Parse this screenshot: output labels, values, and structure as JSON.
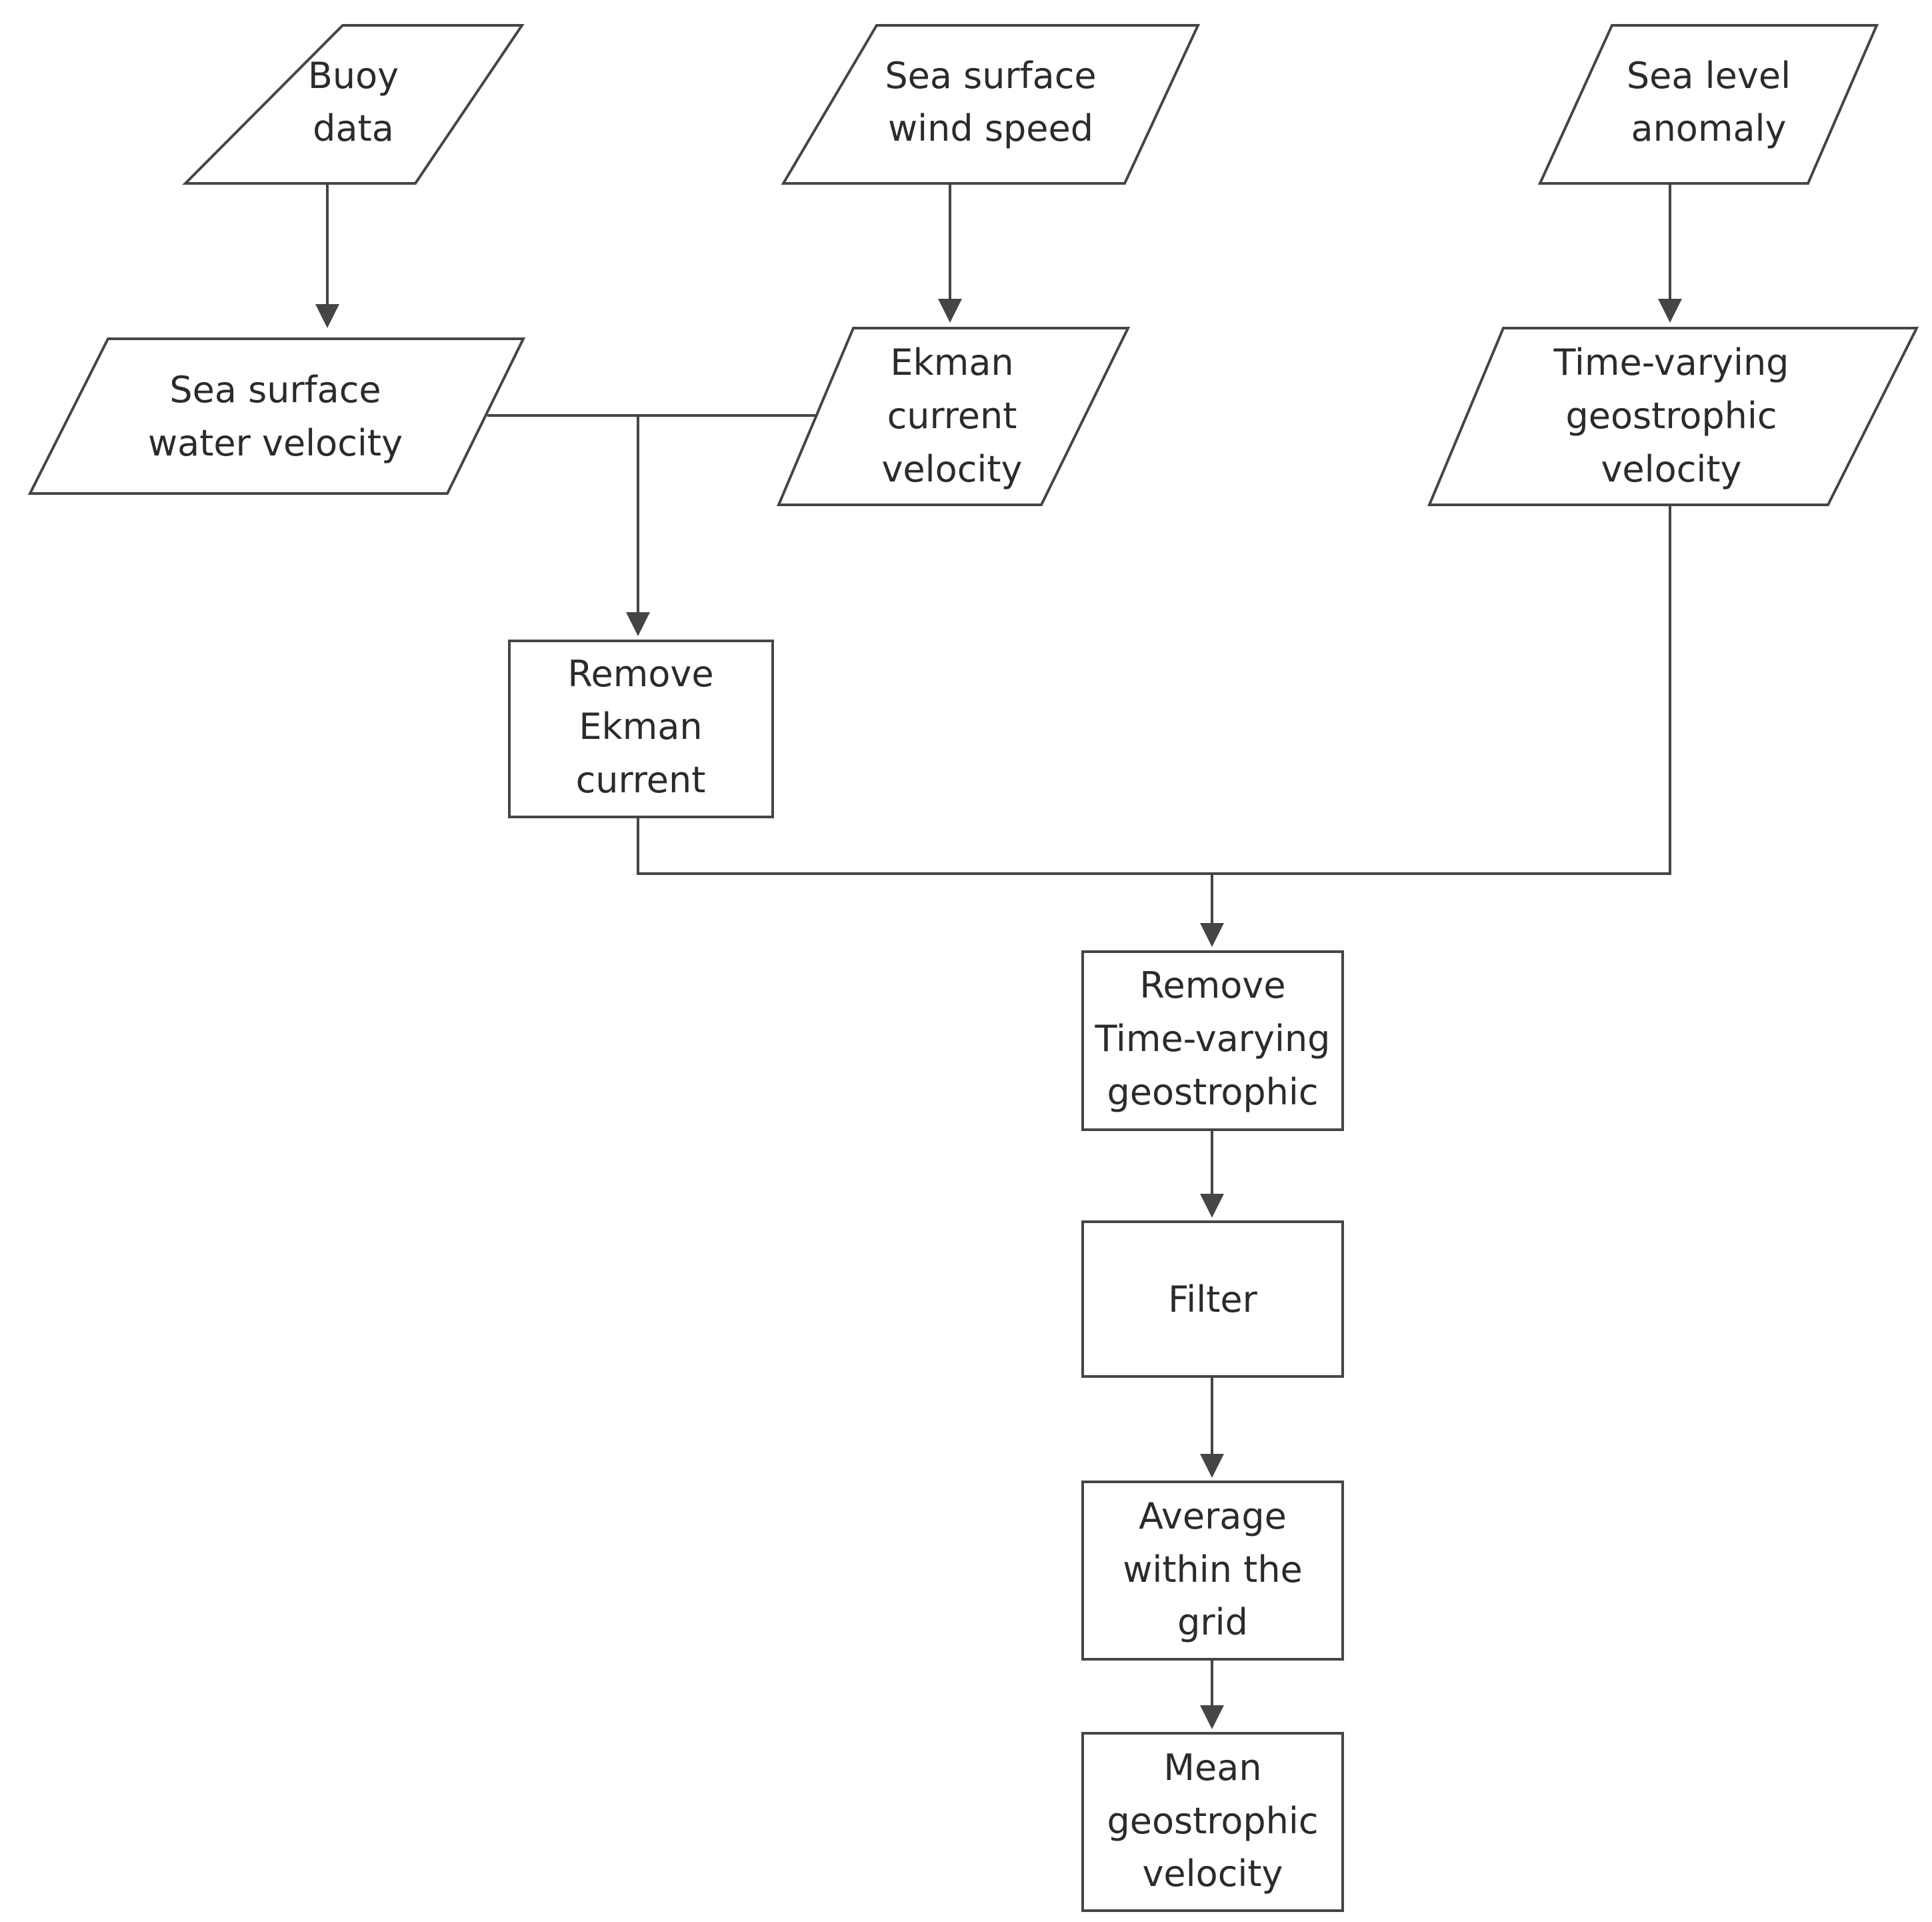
{
  "nodes": {
    "buoy_data": {
      "lines": [
        "Buoy",
        "data"
      ],
      "shape": "parallelogram"
    },
    "sea_surface_wind_speed": {
      "lines": [
        "Sea surface",
        "wind speed"
      ],
      "shape": "parallelogram"
    },
    "sea_level_anomaly": {
      "lines": [
        "Sea level",
        "anomaly"
      ],
      "shape": "parallelogram"
    },
    "sea_surface_water_velocity": {
      "lines": [
        "Sea surface",
        "water velocity"
      ],
      "shape": "parallelogram"
    },
    "ekman_current_velocity": {
      "lines": [
        "Ekman",
        "current",
        "velocity"
      ],
      "shape": "parallelogram"
    },
    "time_varying_geostrophic_velocity": {
      "lines": [
        "Time-varying",
        "geostrophic",
        "velocity"
      ],
      "shape": "parallelogram"
    },
    "remove_ekman_current": {
      "lines": [
        "Remove",
        "Ekman",
        "current"
      ],
      "shape": "rectangle"
    },
    "remove_time_varying_geostrophic": {
      "lines": [
        "Remove",
        "Time-varying",
        "geostrophic"
      ],
      "shape": "rectangle"
    },
    "filter": {
      "lines": [
        "Filter"
      ],
      "shape": "rectangle"
    },
    "average_within_grid": {
      "lines": [
        "Average",
        "within the",
        "grid"
      ],
      "shape": "rectangle"
    },
    "mean_geostrophic_velocity": {
      "lines": [
        "Mean",
        "geostrophic",
        "velocity"
      ],
      "shape": "rectangle"
    }
  },
  "edges": [
    {
      "from": "buoy_data",
      "to": "sea_surface_water_velocity"
    },
    {
      "from": "sea_surface_wind_speed",
      "to": "ekman_current_velocity"
    },
    {
      "from": "sea_level_anomaly",
      "to": "time_varying_geostrophic_velocity"
    },
    {
      "from": "sea_surface_water_velocity",
      "to": "remove_ekman_current"
    },
    {
      "from": "ekman_current_velocity",
      "to": "remove_ekman_current"
    },
    {
      "from": "remove_ekman_current",
      "to": "remove_time_varying_geostrophic"
    },
    {
      "from": "time_varying_geostrophic_velocity",
      "to": "remove_time_varying_geostrophic"
    },
    {
      "from": "remove_time_varying_geostrophic",
      "to": "filter"
    },
    {
      "from": "filter",
      "to": "average_within_grid"
    },
    {
      "from": "average_within_grid",
      "to": "mean_geostrophic_velocity"
    }
  ]
}
